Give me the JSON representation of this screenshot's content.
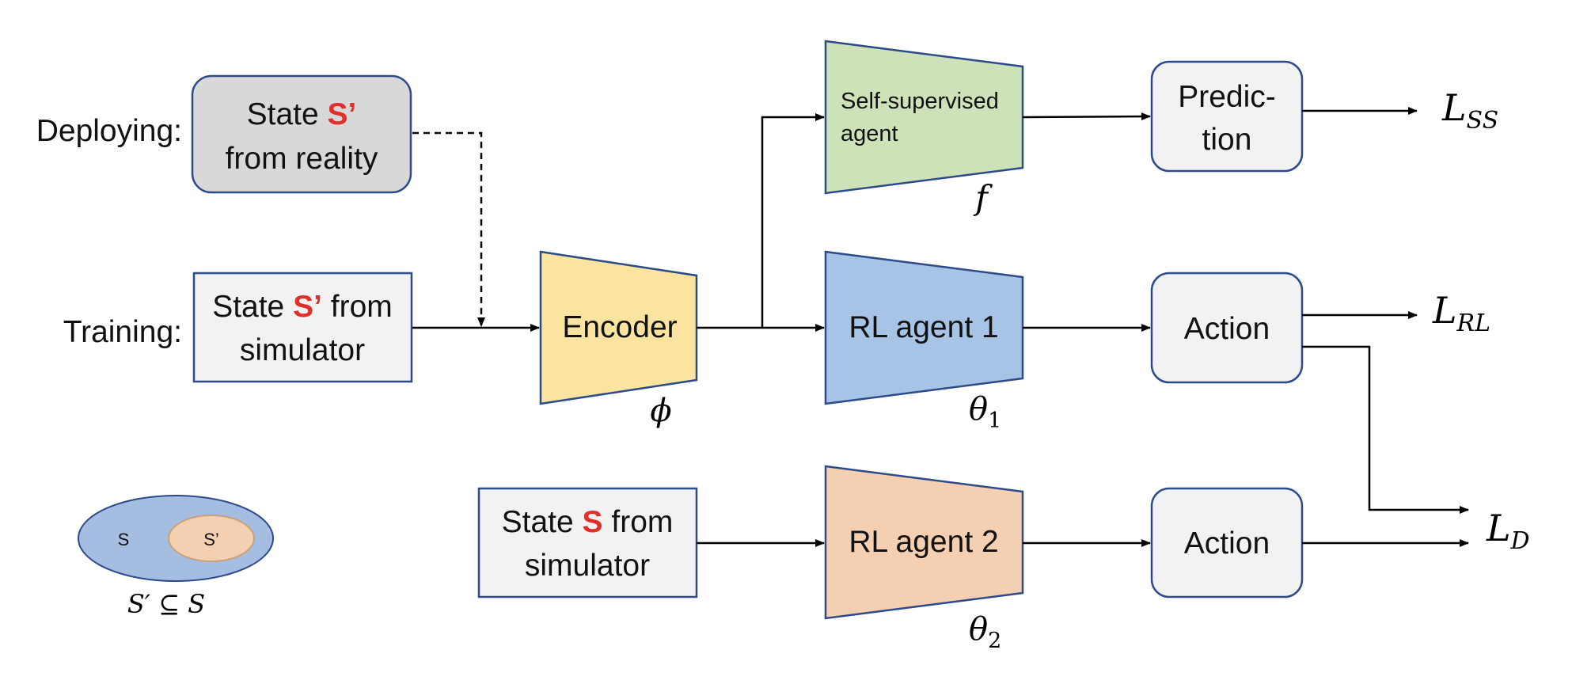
{
  "labels": {
    "deploying": "Deploying:",
    "training": "Training:"
  },
  "boxes": {
    "state_reality": {
      "prefix": "State ",
      "highlight": "S’",
      "suffix": "",
      "line2": "from reality"
    },
    "state_sim_prime": {
      "prefix": "State ",
      "highlight": "S’",
      "suffix": " from",
      "line2": "simulator"
    },
    "state_sim": {
      "prefix": "State ",
      "highlight": "S",
      "suffix": " from",
      "line2": "simulator"
    },
    "prediction": {
      "line1": "Predic-",
      "line2": "tion"
    },
    "action_1": "Action",
    "action_2": "Action"
  },
  "modules": {
    "encoder": {
      "label": "Encoder",
      "symbol": "ϕ"
    },
    "self_supervised": {
      "line1": "Self-supervised",
      "line2": "agent",
      "symbol": "f"
    },
    "rl_agent_1": {
      "label": "RL agent 1",
      "symbol": "θ",
      "subscript": "1"
    },
    "rl_agent_2": {
      "label": "RL agent 2",
      "symbol": "θ",
      "subscript": "2"
    }
  },
  "losses": {
    "ss": {
      "base": "L",
      "sub": "SS"
    },
    "rl": {
      "base": "L",
      "sub": "RL"
    },
    "d": {
      "base": "L",
      "sub": "D"
    }
  },
  "venn": {
    "outer": "S",
    "inner": "S’",
    "caption": "S′ ⊆ S"
  },
  "colors": {
    "highlight": "#e0302a",
    "encoder": "#fae49f",
    "self_supervised": "#cde2b9",
    "rl_agent_1": "#a7c3e5",
    "rl_agent_2": "#f4cfb1",
    "reality_box": "#d8d8d8",
    "box_fill": "#f2f2f2",
    "border": "#2d4a8a",
    "venn_outer": "#a6bde2",
    "venn_inner": "#f4cfb1"
  }
}
